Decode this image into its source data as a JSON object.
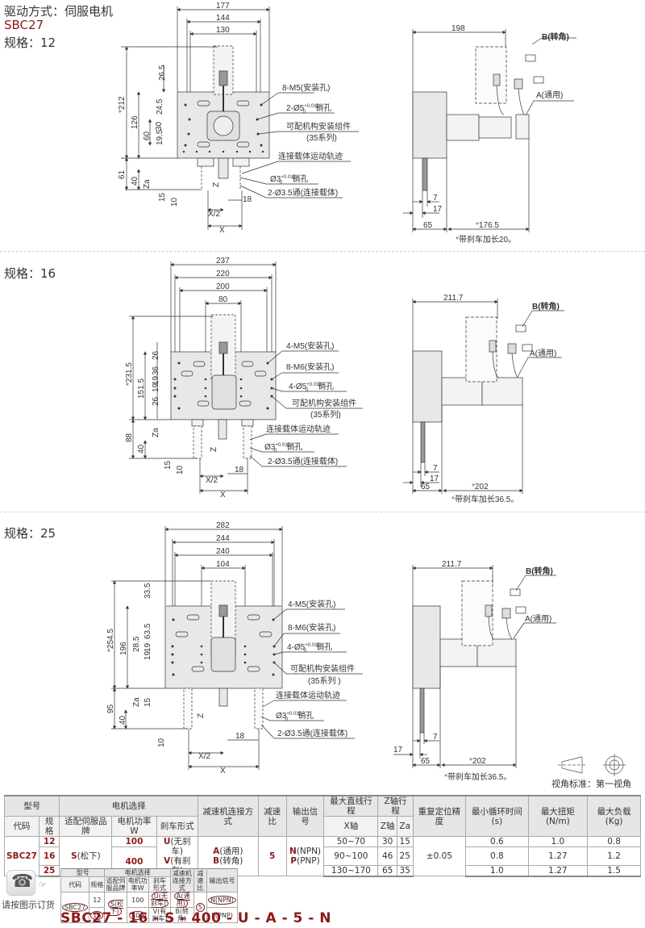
{
  "header": {
    "drive_mode": "驱动方式：伺服电机",
    "model": "SBC27"
  },
  "sections": [
    {
      "spec_label": "规格：12",
      "front": {
        "widths": [
          "177",
          "144",
          "130"
        ],
        "overall_height": "212",
        "heights_left": [
          "26.5",
          "126",
          "60",
          "24.5",
          "30",
          "19.5",
          "61",
          "40",
          "Za",
          "15",
          "10",
          "Z",
          "X/2",
          "X",
          "18"
        ],
        "callouts": [
          "8-M5(安装孔)",
          "2-Ø5",
          "+0.012",
          "0",
          "销孔",
          "可配机构安装组件",
          "(35系列)",
          "连接载体运动轨迹",
          "Ø3",
          "销孔",
          "2-Ø3.5通(连接载体)"
        ]
      },
      "side": {
        "width": "198",
        "dims": [
          "7",
          "17",
          "65",
          "176.5"
        ],
        "callout_b": "B(转角)",
        "callout_a": "A(通用)",
        "note": "带刹车加长20。"
      }
    },
    {
      "spec_label": "规格：16",
      "front": {
        "widths": [
          "237",
          "220",
          "200",
          "80"
        ],
        "overall_height": "231.5",
        "heights_left": [
          "151.5",
          "26",
          "36",
          "19",
          "19",
          "26",
          "88",
          "40",
          "Za",
          "15",
          "10",
          "Z",
          "X/2",
          "X",
          "18"
        ],
        "callouts": [
          "4-M5(安装孔)",
          "8-M6(安装孔)",
          "4-Ø5",
          "+0.012",
          "0",
          "销孔",
          "可配机构安装组件",
          "(35系列)",
          "连接载体运动轨迹",
          "Ø3",
          "销孔",
          "2-Ø3.5通(连接载体)"
        ]
      },
      "side": {
        "width": "211.7",
        "dims": [
          "7",
          "17",
          "65",
          "202"
        ],
        "callout_b": "B(转角)",
        "callout_a": "A(通用)",
        "note": "带刹车加长36.5。"
      }
    },
    {
      "spec_label": "规格：25",
      "front": {
        "widths": [
          "282",
          "244",
          "240",
          "104"
        ],
        "overall_height": "254.5",
        "heights_left": [
          "33.5",
          "196",
          "63.5",
          "28.5",
          "19",
          "19",
          "95",
          "40",
          "Za",
          "15",
          "10",
          "Z",
          "X/2",
          "X",
          "18"
        ],
        "callouts": [
          "4-M5(安装孔)",
          "8-M6(安装孔)",
          "4-Ø5",
          "+0.012",
          "0",
          "销孔",
          "可配机构安装组件",
          "(35系列 )",
          "连接载体运动轨迹",
          "Ø3",
          "销孔",
          "2-Ø3.5通(连接载体)"
        ]
      },
      "side": {
        "width": "211.7",
        "dims": [
          "7",
          "17",
          "65",
          "202"
        ],
        "callout_b": "B(转角)",
        "callout_a": "A(通用)",
        "note": "带刹车加长36.5。"
      }
    }
  ],
  "view_standard": "视角标准：第一视角",
  "spec_table": {
    "group_headers": [
      "型号",
      "电机选择",
      "减速机连接方式",
      "减速比",
      "输出信号",
      "最大直线行程",
      "Z轴行程",
      "重复定位精度",
      "最小循环时间(s)",
      "最大扭矩(N/m)",
      "最大负载(Kg)"
    ],
    "sub_headers": [
      "代码",
      "规格",
      "适配伺服品牌",
      "电机功率W",
      "刹车形式",
      "X轴",
      "Z轴",
      "Za"
    ],
    "code": "SBC27",
    "brand": "S(松下)",
    "brand_letter": "S",
    "brand_text": "(松下)",
    "power": [
      "100",
      "400"
    ],
    "brake": [
      {
        "letter": "U",
        "text": "(无刹车)"
      },
      {
        "letter": "V",
        "text": "(有刹车)"
      }
    ],
    "connection": [
      {
        "letter": "A",
        "text": "(通用)"
      },
      {
        "letter": "B",
        "text": "(转角)"
      }
    ],
    "ratio": "5",
    "signal": [
      {
        "letter": "N",
        "text": "(NPN)"
      },
      {
        "letter": "P",
        "text": "(PNP)"
      }
    ],
    "accuracy": "±0.05",
    "rows": [
      {
        "spec": "12",
        "x": "50~70",
        "z": "30",
        "za": "15",
        "cycle": "0.6",
        "torque": "1.0",
        "load": "0.8"
      },
      {
        "spec": "16",
        "x": "90~100",
        "z": "46",
        "za": "25",
        "cycle": "0.8",
        "torque": "1.27",
        "load": "1.2"
      },
      {
        "spec": "25",
        "x": "130~170",
        "z": "65",
        "za": "35",
        "cycle": "1.0",
        "torque": "1.27",
        "load": "1.5"
      }
    ]
  },
  "order_example": {
    "tip": "请按图示订货",
    "headers": [
      "型号",
      "电机选择",
      "减速机连接方式",
      "减速比",
      "输出信号"
    ],
    "sub_headers": [
      "代码",
      "规格",
      "适配伺服品牌",
      "电机功率W",
      "刹车形式"
    ],
    "code": "SBC27",
    "specs": [
      "12",
      "16"
    ],
    "brand": "S(松下)",
    "power": [
      "100",
      "400"
    ],
    "brake": [
      "U(无刹车)",
      "V(有刹车)"
    ],
    "connection": [
      "A(通用)",
      "B(转角)"
    ],
    "ratio": "5",
    "signal": [
      "N(NPN)",
      "P(PNP)"
    ],
    "result": "SBC27 - 16 - S - 400 - U - A - 5  - N"
  },
  "colors": {
    "accent_red": "#8b1a1a",
    "part_fill": "#e8e8e8",
    "line": "#333333"
  }
}
